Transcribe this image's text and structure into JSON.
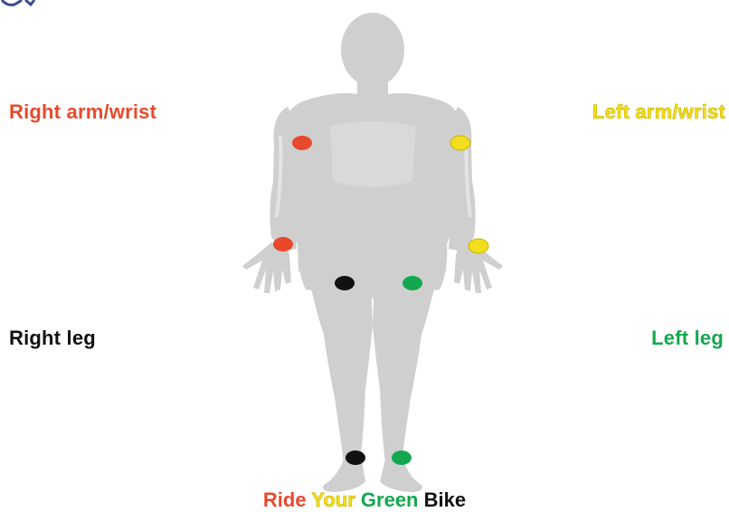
{
  "labels": {
    "right_arm": "Right arm/wrist",
    "left_arm": "Left arm/wrist",
    "right_leg": "Right leg",
    "left_leg": "Left leg"
  },
  "mnemonic": {
    "word1": "Ride",
    "word2": "Your",
    "word3": "Green",
    "word4": "Bike"
  },
  "colors": {
    "right_arm": "#e8492c",
    "left_arm": "#f2dd1e",
    "right_leg": "#111111",
    "left_leg": "#13a84f",
    "body_fill": "#cfcfcf",
    "body_highlight": "#e4e4e4"
  }
}
